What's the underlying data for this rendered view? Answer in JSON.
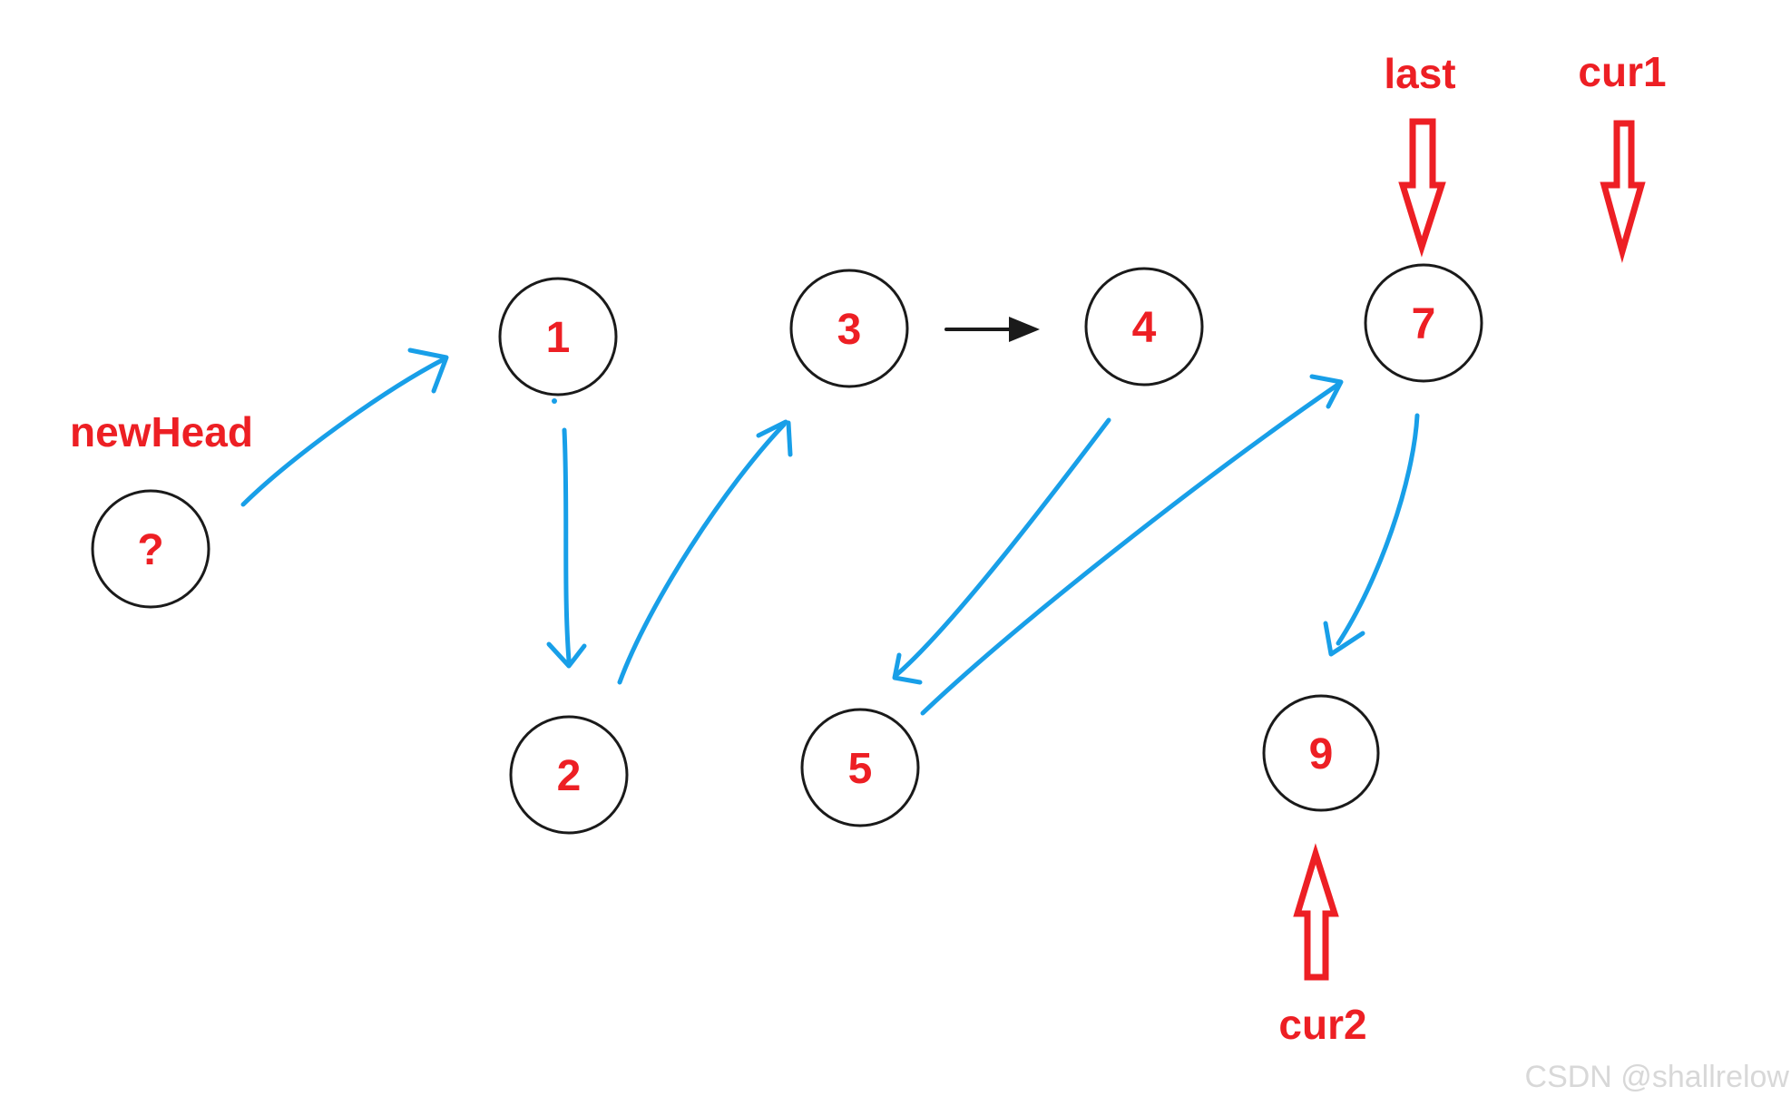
{
  "diagram": {
    "type": "hand-drawn-linked-list-sketch",
    "labels": {
      "new_head": "newHead",
      "last": "last",
      "cur1": "cur1",
      "cur2": "cur2"
    },
    "nodes": [
      {
        "value": "?"
      },
      {
        "value": "1"
      },
      {
        "value": "2"
      },
      {
        "value": "3"
      },
      {
        "value": "4"
      },
      {
        "value": "5"
      },
      {
        "value": "7"
      },
      {
        "value": "9"
      }
    ],
    "edges": [
      {
        "from": "newHead",
        "to": "1",
        "style": "blue-hand-drawn-arrow"
      },
      {
        "from": "1",
        "to": "2",
        "style": "blue-hand-drawn-arrow"
      },
      {
        "from": "2",
        "to": "3",
        "style": "blue-hand-drawn-arrow"
      },
      {
        "from": "3",
        "to": "4",
        "style": "black-straight-arrow"
      },
      {
        "from": "4",
        "to": "5",
        "style": "blue-hand-drawn-arrow"
      },
      {
        "from": "5",
        "to": "7",
        "style": "blue-hand-drawn-arrow"
      },
      {
        "from": "7",
        "to": "9",
        "style": "blue-hand-drawn-arrow"
      }
    ],
    "pointer_arrows": [
      {
        "label": "last",
        "direction": "down"
      },
      {
        "label": "cur1",
        "direction": "down"
      },
      {
        "label": "cur2",
        "direction": "up"
      }
    ],
    "colors": {
      "red": "#ed1f24",
      "blue": "#189fe8",
      "black": "#1a1a1a",
      "watermark_gray": "#d8d8d8"
    },
    "watermark": "CSDN @shallrelow"
  }
}
